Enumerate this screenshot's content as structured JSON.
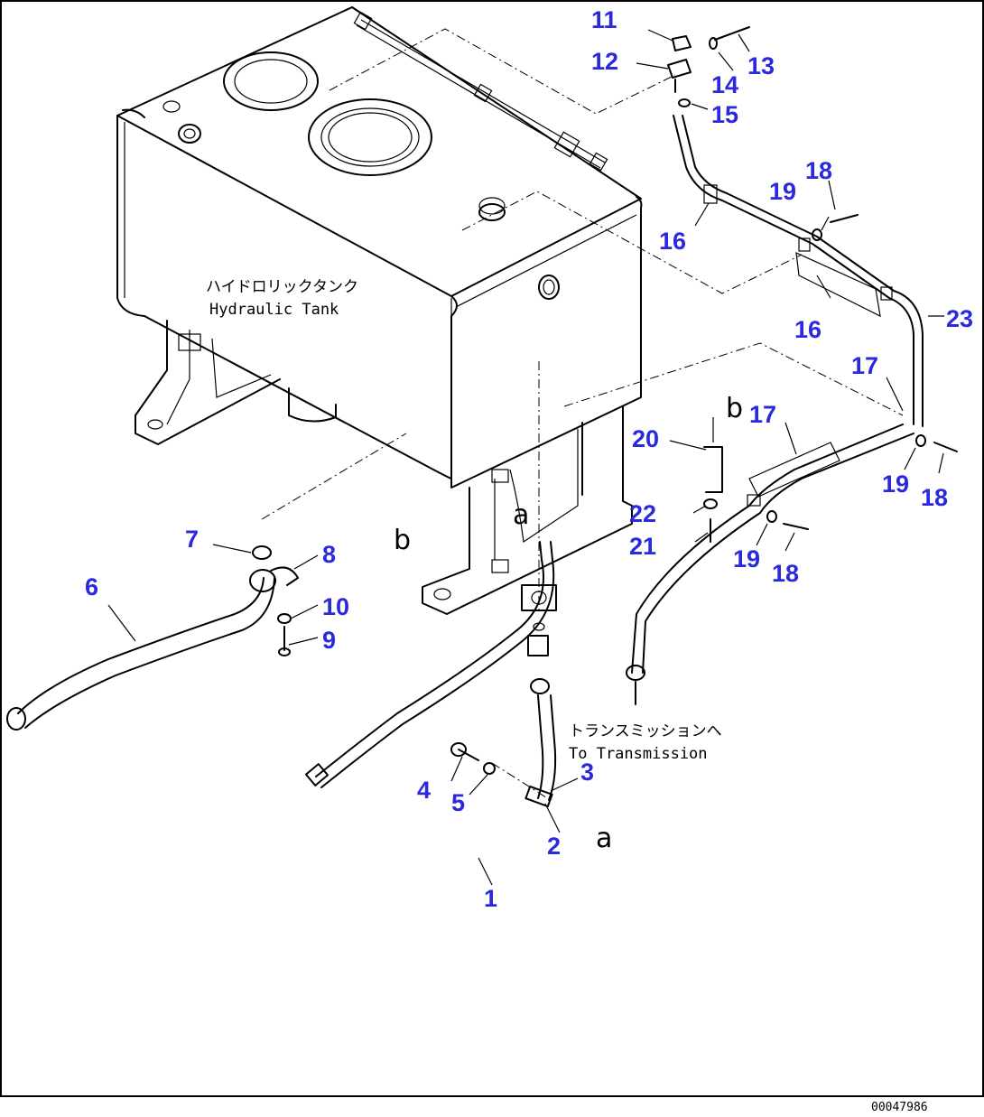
{
  "title": "",
  "notes": {
    "tank_jp": "ハイドロリックタンク",
    "tank_en": "Hydraulic Tank",
    "trans_jp": "トランスミッションへ",
    "trans_en": "To Transmission"
  },
  "refs": {
    "a": "a",
    "b": "b"
  },
  "drawing_number": "00047986",
  "parts": [
    {
      "id": "p1",
      "label": "1"
    },
    {
      "id": "p2",
      "label": "2"
    },
    {
      "id": "p3",
      "label": "3"
    },
    {
      "id": "p4",
      "label": "4"
    },
    {
      "id": "p5",
      "label": "5"
    },
    {
      "id": "p6",
      "label": "6"
    },
    {
      "id": "p7",
      "label": "7"
    },
    {
      "id": "p8",
      "label": "8"
    },
    {
      "id": "p9",
      "label": "9"
    },
    {
      "id": "p10",
      "label": "10"
    },
    {
      "id": "p11",
      "label": "11"
    },
    {
      "id": "p12",
      "label": "12"
    },
    {
      "id": "p13",
      "label": "13"
    },
    {
      "id": "p14",
      "label": "14"
    },
    {
      "id": "p15",
      "label": "15"
    },
    {
      "id": "p16a",
      "label": "16"
    },
    {
      "id": "p16b",
      "label": "16"
    },
    {
      "id": "p17a",
      "label": "17"
    },
    {
      "id": "p17b",
      "label": "17"
    },
    {
      "id": "p18a",
      "label": "18"
    },
    {
      "id": "p18b",
      "label": "18"
    },
    {
      "id": "p18c",
      "label": "18"
    },
    {
      "id": "p19a",
      "label": "19"
    },
    {
      "id": "p19b",
      "label": "19"
    },
    {
      "id": "p19c",
      "label": "19"
    },
    {
      "id": "p20",
      "label": "20"
    },
    {
      "id": "p21",
      "label": "21"
    },
    {
      "id": "p22",
      "label": "22"
    },
    {
      "id": "p23",
      "label": "23"
    }
  ],
  "colors": {
    "part_number": "#2a2adc",
    "line": "#000000",
    "background": "#ffffff"
  }
}
